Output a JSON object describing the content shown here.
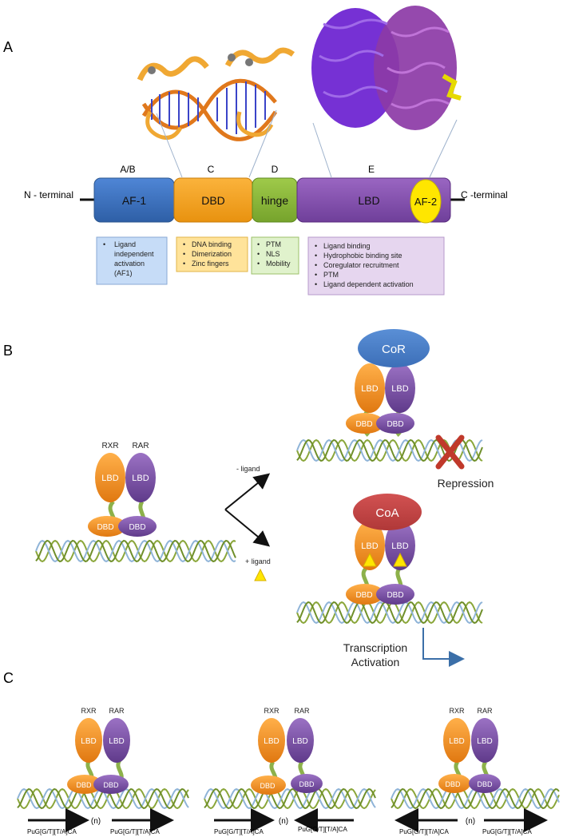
{
  "panels": {
    "a": "A",
    "b": "B",
    "c": "C"
  },
  "panel_a": {
    "region_letters": [
      "A/B",
      "C",
      "D",
      "E"
    ],
    "n_terminal": "N -  terminal",
    "c_terminal": "C -terminal",
    "domains": {
      "af1": "AF-1",
      "dbd": "DBD",
      "hinge": "hinge",
      "lbd": "LBD",
      "af2": "AF-2"
    },
    "boxes": {
      "af1": [
        "Ligand",
        "independent",
        "activation",
        "(AF1)"
      ],
      "dbd": [
        "DNA binding",
        "Dimerization",
        "Zinc fingers"
      ],
      "hinge": [
        "PTM",
        "NLS",
        "Mobility"
      ],
      "lbd": [
        "Ligand binding",
        "Hydrophobic binding site",
        "Coregulator recruitment",
        "PTM",
        "Ligand dependent activation"
      ]
    },
    "bullet": "•",
    "colors": {
      "af1": "#3d73c2",
      "dbd": "#f5a623",
      "hinge": "#8fbc3f",
      "lbd": "#8753b0",
      "af2": "#ffe600"
    }
  },
  "panel_b": {
    "rxr": "RXR",
    "rar": "RAR",
    "lbd": "LBD",
    "dbd": "DBD",
    "minus_ligand": "- ligand",
    "plus_ligand": "+ ligand",
    "cor": "CoR",
    "coa": "CoA",
    "repression": "Repression",
    "transcription": "Transcription",
    "activation": "Activation"
  },
  "panel_c": {
    "rxr": "RXR",
    "rar": "RAR",
    "lbd": "LBD",
    "dbd": "DBD",
    "spacer": "(n)",
    "motif": "PuG[G/T][T/A]CA"
  }
}
